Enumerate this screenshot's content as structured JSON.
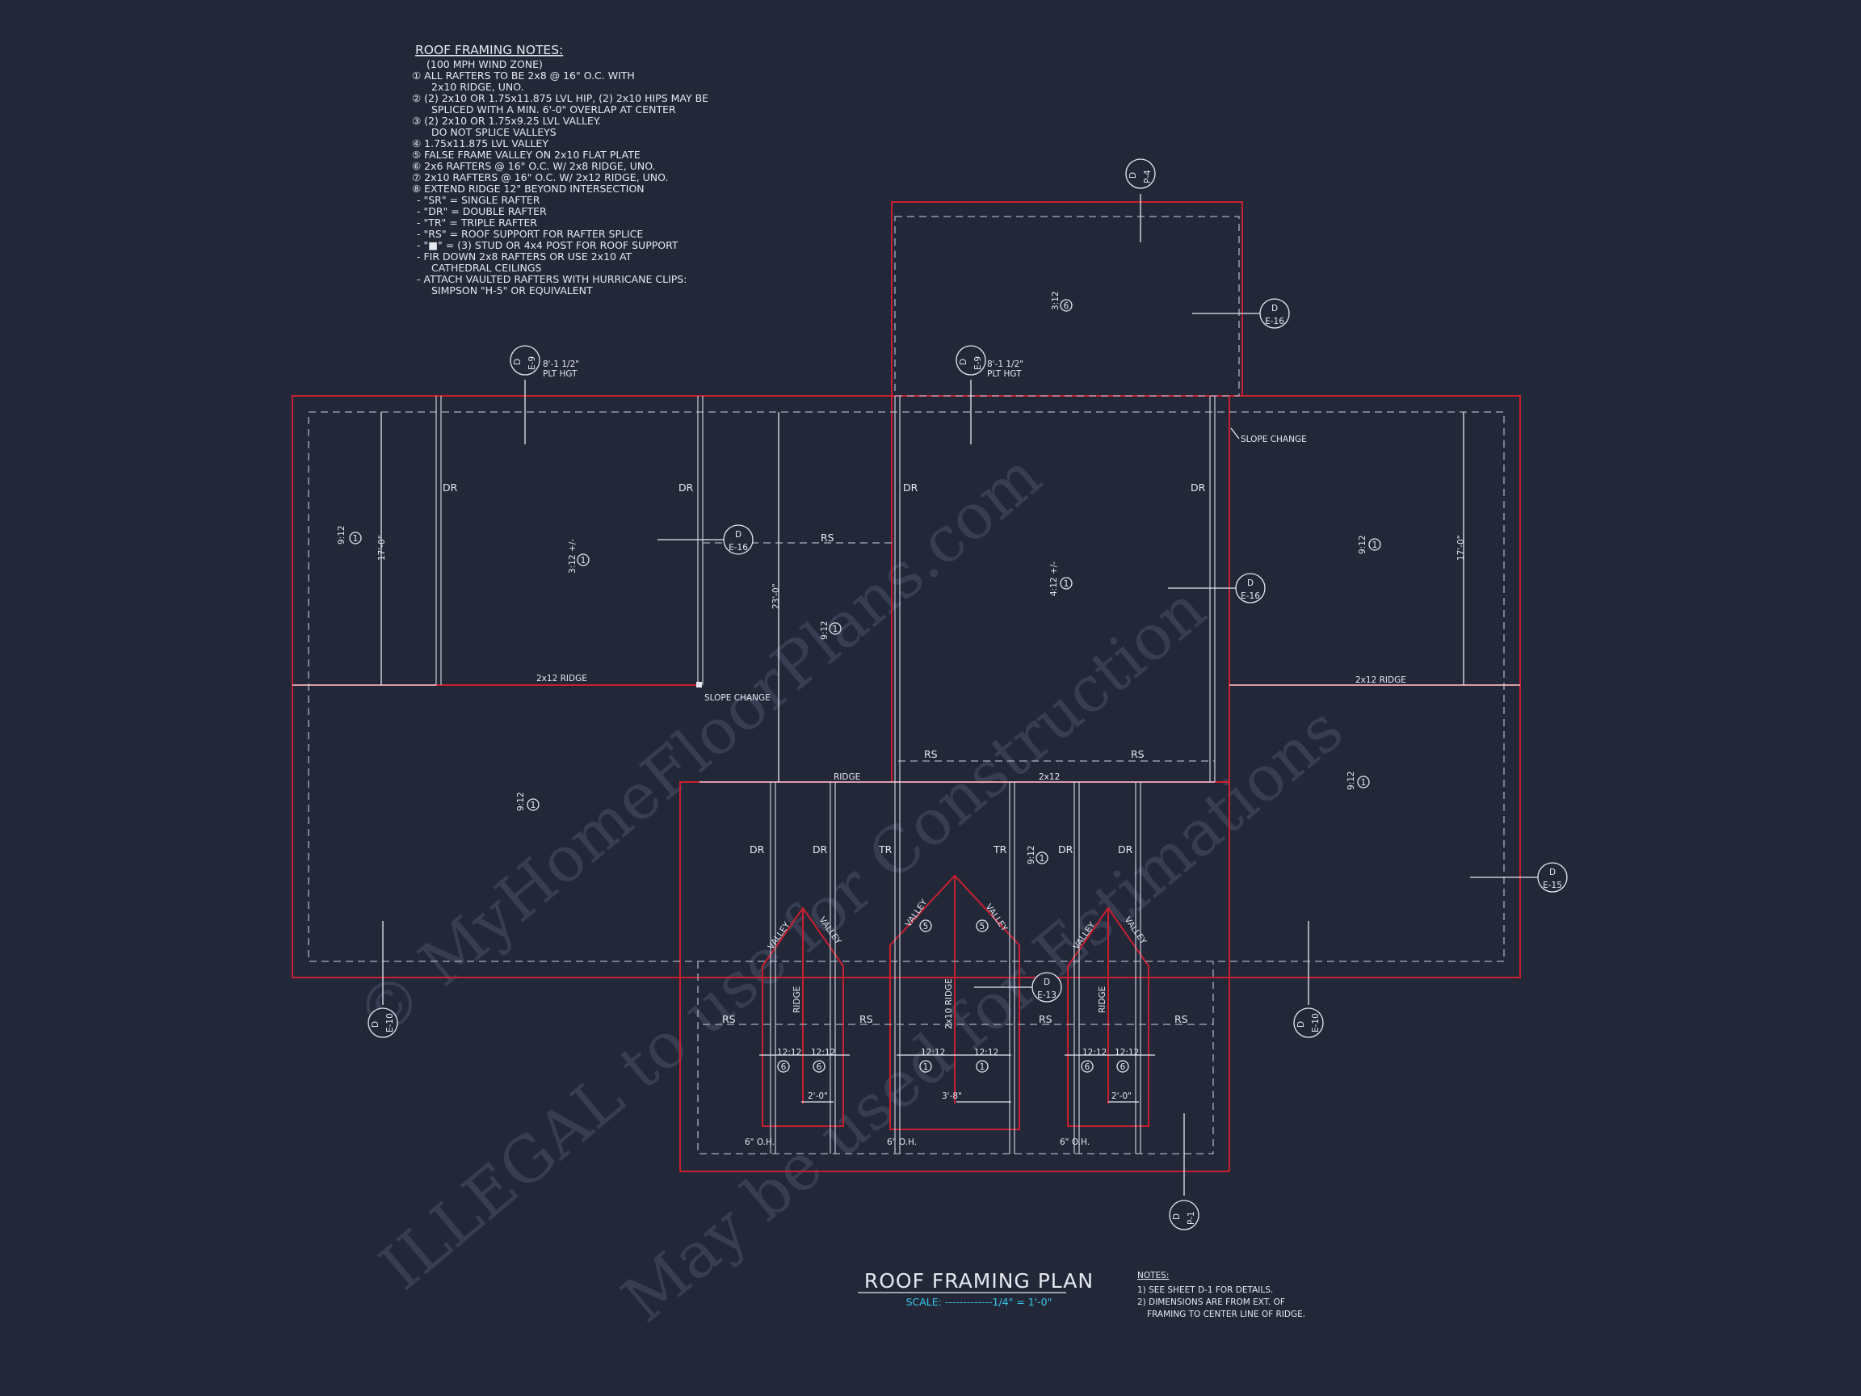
{
  "notes_block": {
    "heading": "ROOF FRAMING NOTES:",
    "lines": [
      "(100 MPH WIND ZONE)",
      "① ALL RAFTERS TO BE 2x8 @ 16\" O.C. WITH",
      "2x10 RIDGE, UNO.",
      "② (2) 2x10 OR 1.75x11.875 LVL HIP, (2) 2x10 HIPS MAY BE",
      "SPLICED WITH A MIN. 6'-0\" OVERLAP AT CENTER",
      "③ (2) 2x10 OR 1.75x9.25 LVL VALLEY.",
      "DO NOT SPLICE VALLEYS",
      "④ 1.75x11.875 LVL VALLEY",
      "⑤ FALSE FRAME VALLEY ON 2x10 FLAT PLATE",
      "⑥ 2x6 RAFTERS @ 16\" O.C. W/ 2x8 RIDGE, UNO.",
      "⑦ 2x10 RAFTERS @ 16\" O.C. W/ 2x12 RIDGE, UNO.",
      "⑧ EXTEND RIDGE 12\" BEYOND INTERSECTION",
      "-  \"SR\" = SINGLE RAFTER",
      "-  \"DR\" = DOUBLE RAFTER",
      "-  \"TR\" = TRIPLE RAFTER",
      "-  \"RS\" = ROOF SUPPORT FOR RAFTER SPLICE",
      "-  \"■\" = (3) STUD OR 4x4 POST FOR ROOF SUPPORT",
      "-  FIR DOWN 2x8 RAFTERS OR USE 2x10 AT",
      "CATHEDRAL CEILINGS",
      "-  ATTACH VAULTED RAFTERS WITH HURRICANE CLIPS:",
      "SIMPSON \"H-5\" OR EQUIVALENT"
    ]
  },
  "plan": {
    "title": "ROOF FRAMING PLAN",
    "scale": "SCALE: -------------1/4\" = 1'-0\"",
    "labels": {
      "dr": "DR",
      "tr": "TR",
      "rs": "RS",
      "ridge": "RIDGE",
      "ridge_2x12": "2x12 RIDGE",
      "ridge_2x10": "2x10 RIDGE",
      "two_x12": "2x12",
      "valley": "VALLEY",
      "slope_change": "SLOPE CHANGE",
      "plt_hgt_1": "8'-1 1/2\"",
      "plt_hgt_2": "PLT HGT",
      "overhang": "6\" O.H.",
      "pitch_9": "9:12",
      "pitch_12": "12:12",
      "pitch_3": "3:12",
      "pitch_3_vert": "3:12 +/-",
      "pitch_4": "4:12 +/-",
      "dim_17": "17'-0\"",
      "dim_23": "23'-0\"",
      "dim_2": "2'-0\"",
      "dim_3_8": "3'-8\"",
      "n1": "1",
      "n5": "5",
      "n6": "6"
    },
    "tags": {
      "d": "D",
      "e16": "E-16",
      "e9": "E-9",
      "e10": "E-10",
      "e13": "E-13",
      "e15": "E-15",
      "p4": "P-4",
      "p1": "P-1"
    }
  },
  "general_notes": {
    "heading": "NOTES:",
    "lines": [
      "1) SEE SHEET D-1 FOR DETAILS.",
      "2) DIMENSIONS ARE FROM EXT. OF",
      "FRAMING TO CENTER LINE OF RIDGE."
    ]
  },
  "watermark": {
    "line1": "© MyHomeFloorPlans.com",
    "line2": "ILLEGAL to use for Construction",
    "line3": "May be used for Estimations"
  },
  "colors": {
    "background": "#232839",
    "linework": "#e6e8ef",
    "walls": "#c8202e",
    "scale_text": "#39c6e6"
  }
}
